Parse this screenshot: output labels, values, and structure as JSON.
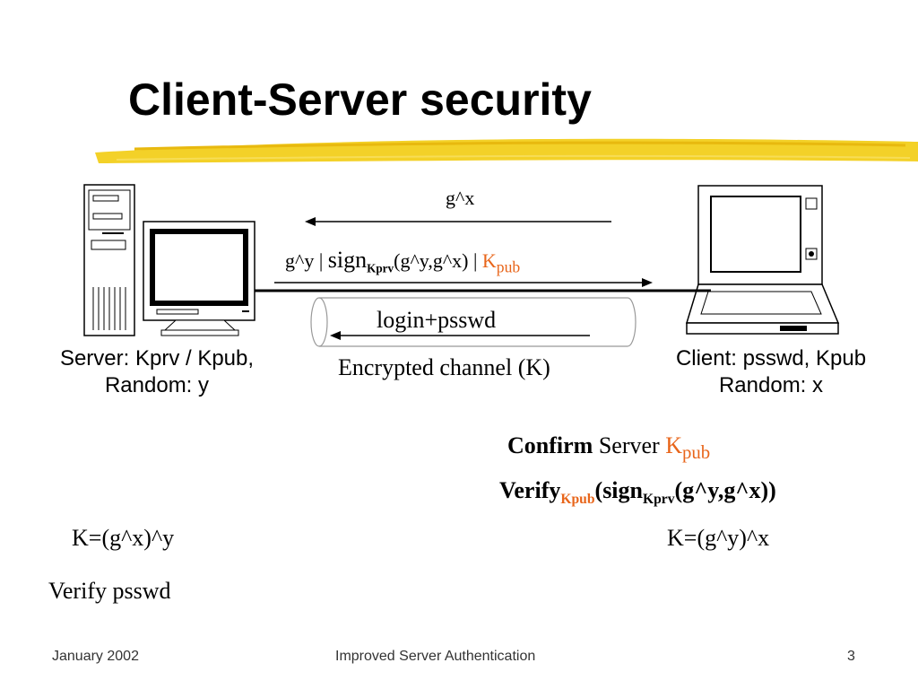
{
  "title": "Client-Server security",
  "colors": {
    "highlight": "#f2cf1c",
    "key_accent": "#e8651a",
    "text": "#000000"
  },
  "messages": {
    "msg1": "g^x",
    "msg2": {
      "part1": "g^y",
      "sep1": " | ",
      "sign": "sign",
      "sign_sub": "Kprv",
      "args": "(g^y,g^x)",
      "sep2": " | ",
      "k": "K",
      "k_sub": "pub"
    },
    "msg3": "login+psswd",
    "channel": "Encrypted channel (K)"
  },
  "server": {
    "line1": "Server: Kprv / Kpub,",
    "line2": "Random: y",
    "key": "K=(g^x)^y",
    "verify": "Verify psswd"
  },
  "client": {
    "line1": "Client: psswd, Kpub",
    "line2": "Random: x",
    "confirm_bold": "Confirm",
    "confirm_rest": " Server ",
    "confirm_k": "K",
    "confirm_k_sub": "pub",
    "verify_word": "Verify",
    "verify_sub": "Kpub",
    "verify_open": "(",
    "verify_sign": "sign",
    "verify_sign_sub": "Kprv",
    "verify_args": "(g^y,g^x))",
    "key": "K=(g^y)^x"
  },
  "footer": {
    "date": "January 2002",
    "topic": "Improved Server Authentication",
    "page": "3"
  }
}
